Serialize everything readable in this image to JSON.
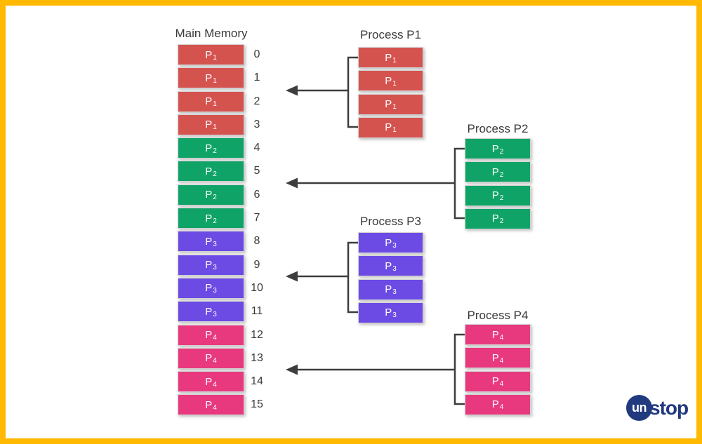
{
  "palette": {
    "p1": "#D5534F",
    "p2": "#10A368",
    "p3": "#6C4BE4",
    "p4": "#E8397E",
    "frame": "#FFB900",
    "arrow": "#3D3D3D",
    "text": "#3A3A3A",
    "logo_navy": "#21397E"
  },
  "main_memory": {
    "title": "Main Memory",
    "cells": [
      {
        "p": "P",
        "sub": "1",
        "addr": "0"
      },
      {
        "p": "P",
        "sub": "1",
        "addr": "1"
      },
      {
        "p": "P",
        "sub": "1",
        "addr": "2"
      },
      {
        "p": "P",
        "sub": "1",
        "addr": "3"
      },
      {
        "p": "P",
        "sub": "2",
        "addr": "4"
      },
      {
        "p": "P",
        "sub": "2",
        "addr": "5"
      },
      {
        "p": "P",
        "sub": "2",
        "addr": "6"
      },
      {
        "p": "P",
        "sub": "2",
        "addr": "7"
      },
      {
        "p": "P",
        "sub": "3",
        "addr": "8"
      },
      {
        "p": "P",
        "sub": "3",
        "addr": "9"
      },
      {
        "p": "P",
        "sub": "3",
        "addr": "10"
      },
      {
        "p": "P",
        "sub": "3",
        "addr": "11"
      },
      {
        "p": "P",
        "sub": "4",
        "addr": "12"
      },
      {
        "p": "P",
        "sub": "4",
        "addr": "13"
      },
      {
        "p": "P",
        "sub": "4",
        "addr": "14"
      },
      {
        "p": "P",
        "sub": "4",
        "addr": "15"
      }
    ]
  },
  "processes": [
    {
      "title": "Process P1",
      "pages": [
        {
          "p": "P",
          "sub": "1"
        },
        {
          "p": "P",
          "sub": "1"
        },
        {
          "p": "P",
          "sub": "1"
        },
        {
          "p": "P",
          "sub": "1"
        }
      ]
    },
    {
      "title": "Process P2",
      "pages": [
        {
          "p": "P",
          "sub": "2"
        },
        {
          "p": "P",
          "sub": "2"
        },
        {
          "p": "P",
          "sub": "2"
        },
        {
          "p": "P",
          "sub": "2"
        }
      ]
    },
    {
      "title": "Process P3",
      "pages": [
        {
          "p": "P",
          "sub": "3"
        },
        {
          "p": "P",
          "sub": "3"
        },
        {
          "p": "P",
          "sub": "3"
        },
        {
          "p": "P",
          "sub": "3"
        }
      ]
    },
    {
      "title": "Process P4",
      "pages": [
        {
          "p": "P",
          "sub": "4"
        },
        {
          "p": "P",
          "sub": "4"
        },
        {
          "p": "P",
          "sub": "4"
        },
        {
          "p": "P",
          "sub": "4"
        }
      ]
    }
  ],
  "logo": {
    "un": "un",
    "stop": "stop"
  }
}
